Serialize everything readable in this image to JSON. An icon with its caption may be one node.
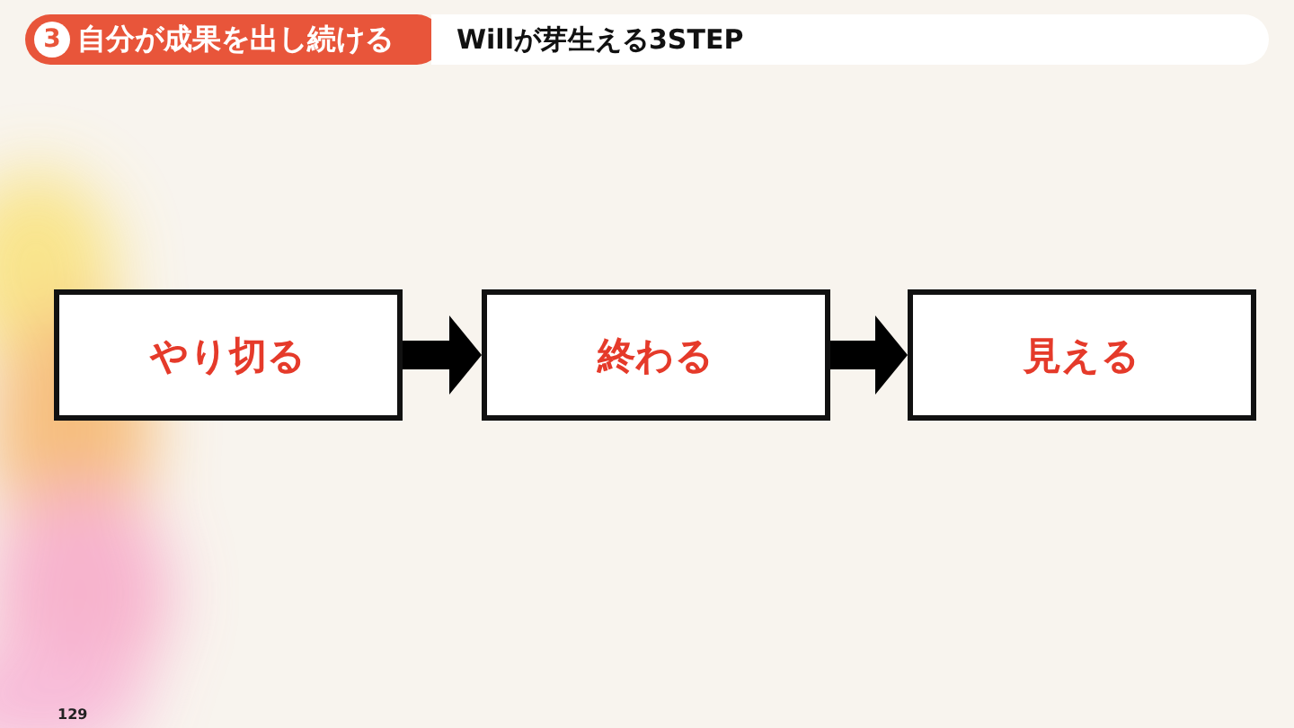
{
  "diagram": {
    "title": "Willが芽生える3STEP",
    "nodes": [
      {
        "text": [
          "やり切る"
        ]
      },
      {
        "text": [
          "終わる"
        ]
      },
      {
        "text": [
          "見える"
        ]
      }
    ],
    "edges": [
      {
        "from": 0,
        "to": 1,
        "arrow": "to"
      },
      {
        "from": 1,
        "to": 2,
        "arrow": "to"
      }
    ],
    "labels": [
      "3",
      "自分が成果を出し続ける",
      "129"
    ]
  }
}
